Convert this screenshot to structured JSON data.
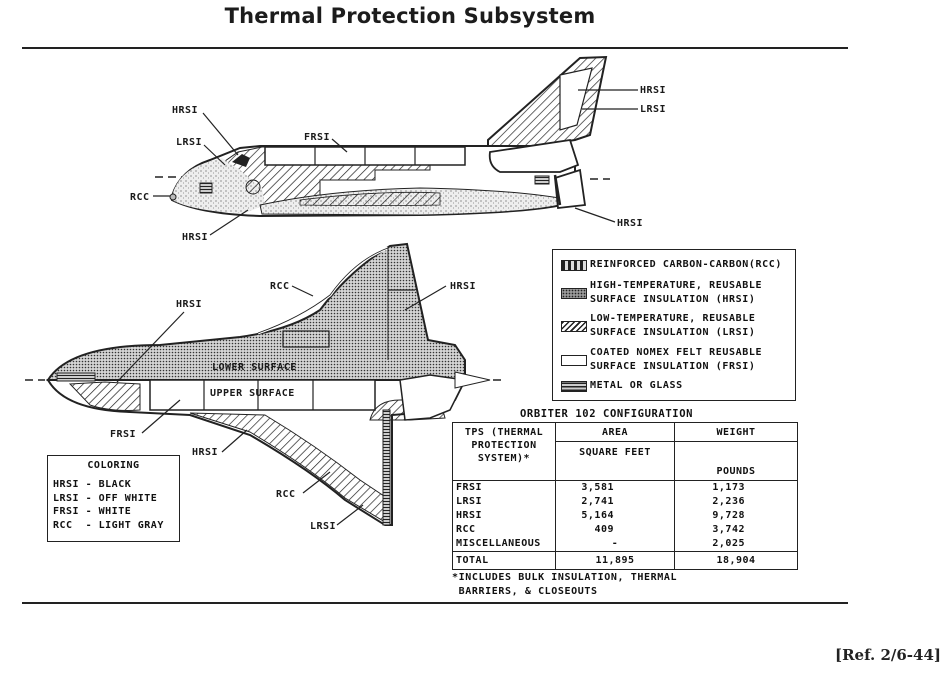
{
  "title": "Thermal Protection Subsystem",
  "side_view": {
    "labels": [
      "HRSI",
      "LRSI",
      "FRSI",
      "RCC",
      "HRSI",
      "LRSI",
      "HRSI",
      "HRSI"
    ]
  },
  "plan_view": {
    "labels": [
      "RCC",
      "HRSI",
      "HRSI",
      "FRSI",
      "HRSI",
      "RCC",
      "LRSI"
    ],
    "lower_surface": "LOWER SURFACE",
    "upper_surface": "UPPER SURFACE"
  },
  "legend": {
    "items": [
      {
        "pattern": "rcc",
        "lines": [
          "REINFORCED CARBON-CARBON(RCC)"
        ]
      },
      {
        "pattern": "hrsi",
        "lines": [
          "HIGH-TEMPERATURE, REUSABLE",
          "SURFACE INSULATION (HRSI)"
        ]
      },
      {
        "pattern": "lrsi",
        "lines": [
          "LOW-TEMPERATURE, REUSABLE",
          "SURFACE INSULATION (LRSI)"
        ]
      },
      {
        "pattern": "frsi",
        "lines": [
          "COATED NOMEX FELT REUSABLE",
          "SURFACE INSULATION (FRSI)"
        ]
      },
      {
        "pattern": "metal",
        "lines": [
          "METAL OR GLASS"
        ]
      }
    ]
  },
  "coloring": {
    "heading": "COLORING",
    "rows": [
      "HRSI - BLACK",
      "LRSI - OFF WHITE",
      "FRSI - WHITE",
      "RCC  - LIGHT GRAY"
    ]
  },
  "config_table": {
    "title": "ORBITER 102 CONFIGURATION",
    "headers": {
      "tps": "TPS (THERMAL PROTECTION SYSTEM)*",
      "area": "AREA",
      "weight": "WEIGHT"
    },
    "units": {
      "area": "SQUARE FEET",
      "weight": "POUNDS"
    },
    "rows": [
      {
        "name": "FRSI",
        "area": "3,581",
        "weight": "1,173"
      },
      {
        "name": "LRSI",
        "area": "2,741",
        "weight": "2,236"
      },
      {
        "name": "HRSI",
        "area": "5,164",
        "weight": "9,728"
      },
      {
        "name": "RCC",
        "area": "409",
        "weight": "3,742"
      },
      {
        "name": "MISCELLANEOUS",
        "area": "-",
        "weight": "2,025"
      }
    ],
    "total": {
      "name": "TOTAL",
      "area": "11,895",
      "weight": "18,904"
    },
    "footnote": "*INCLUDES BULK INSULATION, THERMAL\n BARRIERS, & CLOSEOUTS"
  },
  "reference": "[Ref. 2/6-44]"
}
